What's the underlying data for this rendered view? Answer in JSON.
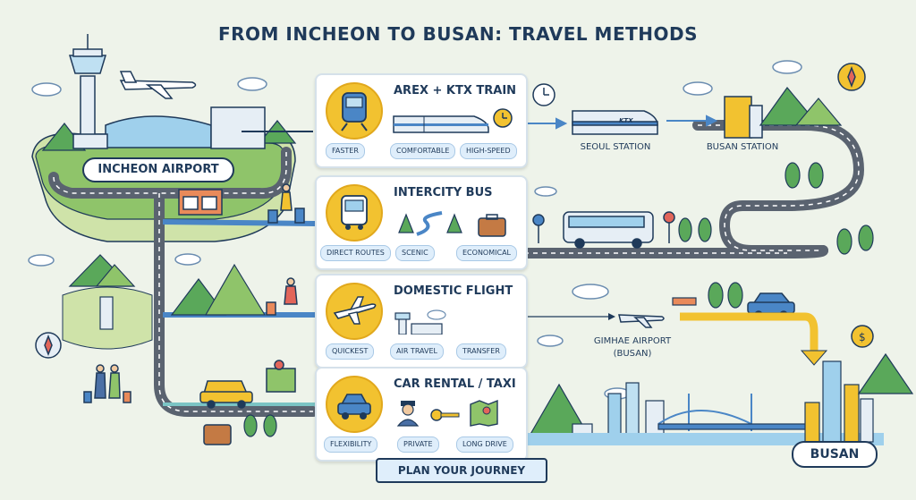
{
  "title": "FROM INCHEON TO BUSAN: TRAVEL METHODS",
  "labels": {
    "incheon_airport": "INCHEON AIRPORT",
    "seoul_station": "SEOUL STATION",
    "busan_station": "BUSAN STATION",
    "gimhae_airport_line1": "GIMHAE AIRPORT",
    "gimhae_airport_line2": "(BUSAN)",
    "busan": "BUSAN",
    "ktx_logo": "KTX"
  },
  "cards": [
    {
      "title": "AREX + KTX TRAIN",
      "icon": "train-icon",
      "chips": [
        "FASTER",
        "COMFORTABLE",
        "HIGH-SPEED"
      ]
    },
    {
      "title": "INTERCITY BUS",
      "icon": "bus-icon",
      "chips": [
        "DIRECT ROUTES",
        "SCENIC",
        "ECONOMICAL"
      ]
    },
    {
      "title": "DOMESTIC FLIGHT",
      "icon": "airplane-icon",
      "chips": [
        "QUICKEST",
        "AIR TRAVEL",
        "TRANSFER"
      ]
    },
    {
      "title": "CAR RENTAL / TAXI",
      "icon": "car-icon",
      "chips": [
        "FLEXIBILITY",
        "PRIVATE",
        "LONG DRIVE"
      ]
    }
  ],
  "banner": "PLAN YOUR JOURNEY",
  "colors": {
    "road": "#5a6370",
    "rail": "#4a86c6",
    "accent": "#f2c230",
    "navy": "#1f3a5a",
    "green": "#5aa85a",
    "background": "#eef3ea"
  }
}
